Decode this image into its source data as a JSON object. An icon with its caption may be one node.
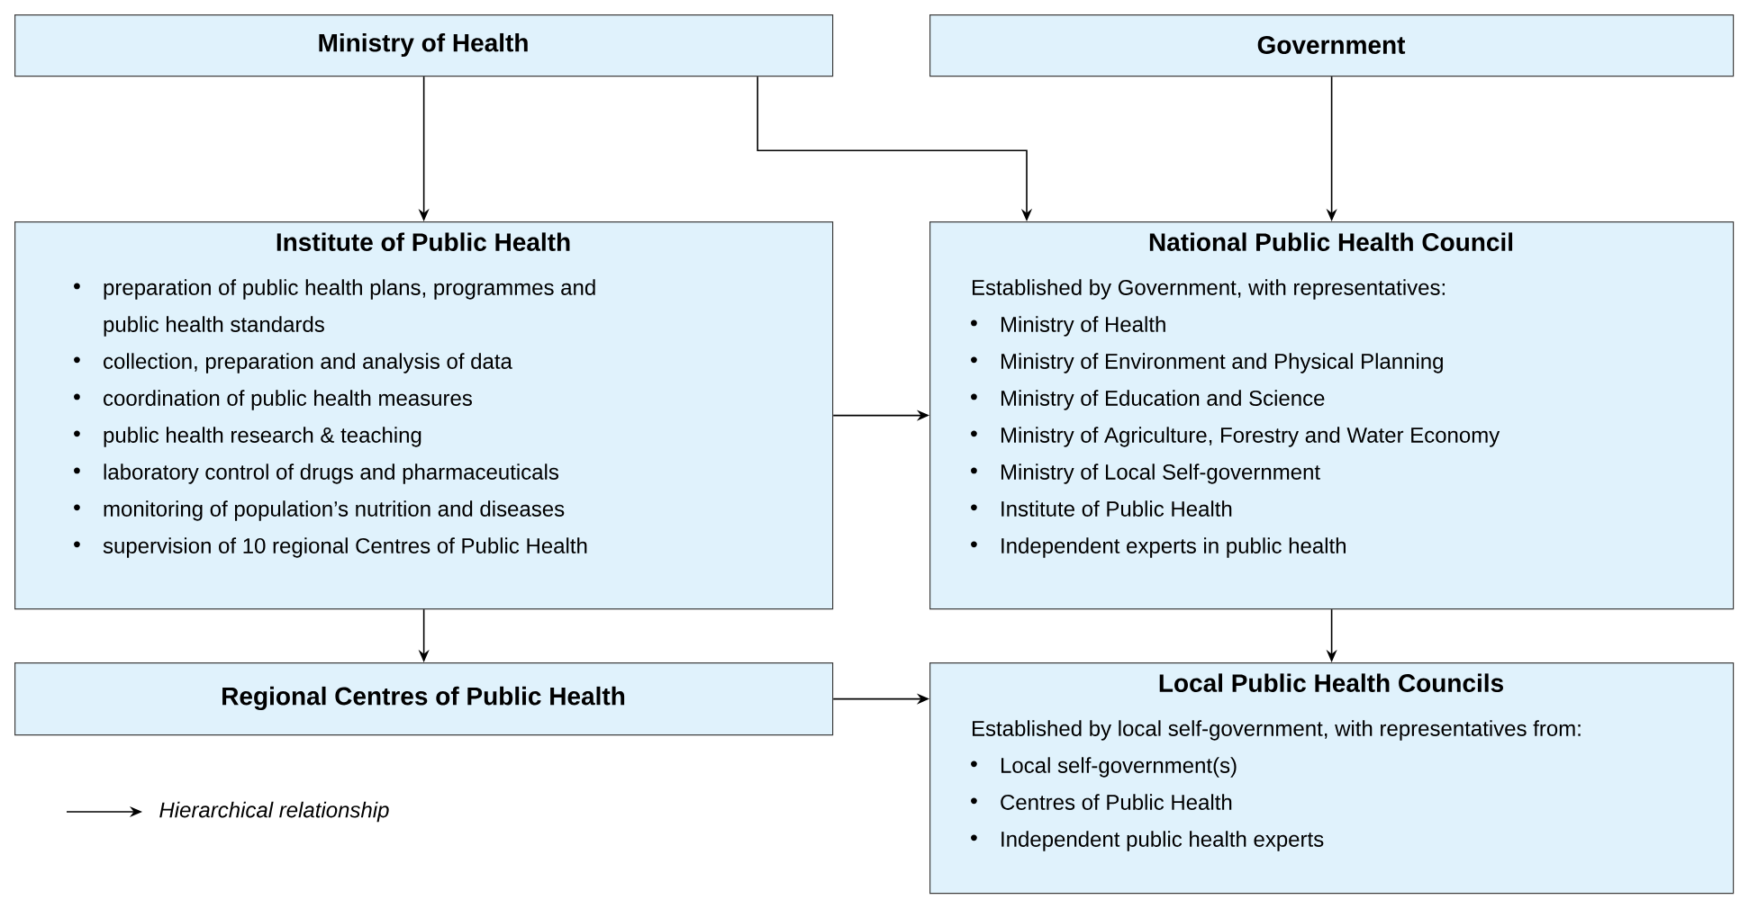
{
  "diagram": {
    "nodes": [
      {
        "text": [
          "Ministry of Health"
        ]
      },
      {
        "text": [
          "Government"
        ]
      },
      {
        "text": [
          "Institute of Public Health",
          "preparation of public health plans, programmes and public health standards",
          "collection, preparation and analysis of data",
          "coordination of public health measures",
          "public health research & teaching",
          "laboratory control of drugs and pharmaceuticals",
          "monitoring of population’s nutrition and diseases",
          "supervision of 10 regional Centres of Public Health"
        ]
      },
      {
        "text": [
          "National Public Health Council",
          "Established by Government, with representatives:",
          "Ministry of Health",
          "Ministry of Environment and Physical Planning",
          "Ministry of Education and Science",
          "Ministry of Agriculture, Forestry and Water Economy",
          "Ministry of Local Self-government",
          "Institute of Public Health",
          "Independent experts in public health"
        ]
      },
      {
        "text": [
          "Regional Centres of Public Health"
        ]
      },
      {
        "text": [
          "Local Public Health Councils",
          "Established by local self-government, with representatives from:",
          "Local self-government(s)",
          "Centres of Public Health",
          "Independent public health experts"
        ]
      }
    ],
    "edges": [
      {
        "from": 0,
        "to": 2,
        "arrow": "to"
      },
      {
        "from": 0,
        "to": 3,
        "arrow": "to"
      },
      {
        "from": 1,
        "to": 3,
        "arrow": "to"
      },
      {
        "from": 2,
        "to": 3,
        "arrow": "to"
      },
      {
        "from": 2,
        "to": 4,
        "arrow": "to"
      },
      {
        "from": 3,
        "to": 5,
        "arrow": "to"
      },
      {
        "from": 4,
        "to": 5,
        "arrow": "to"
      }
    ],
    "legend": [
      {
        "text": "Hierarchical relationship"
      }
    ]
  }
}
